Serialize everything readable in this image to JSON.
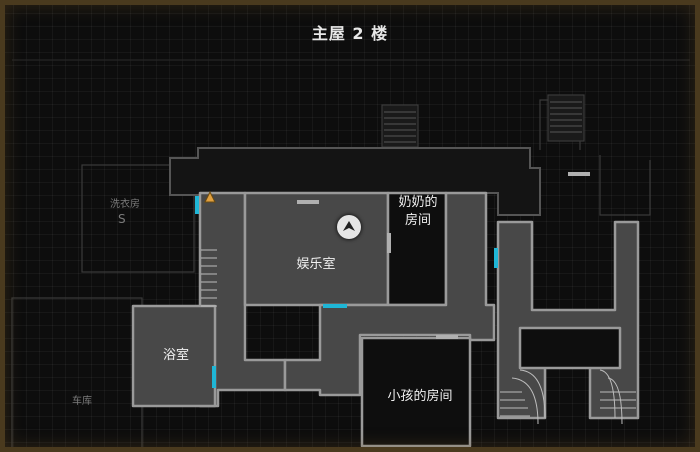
{
  "map": {
    "floor_title": "主屋 2 楼",
    "rooms": {
      "game_room": "娱乐室",
      "grandma_room_line1": "奶奶的",
      "grandma_room_line2": "房间",
      "bathroom": "浴室",
      "kids_room": "小孩的房间",
      "laundry": "洗衣房",
      "garage": "车库",
      "laundry_glyph": "S"
    },
    "colors": {
      "floor_fill": "#4a4a4a",
      "wall": "#8a8a8a",
      "door": "#1fb6d6",
      "frame": "#4a3a1e"
    },
    "icons": {
      "player": "player-arrow-icon",
      "objective": "objective-marker-icon"
    }
  }
}
